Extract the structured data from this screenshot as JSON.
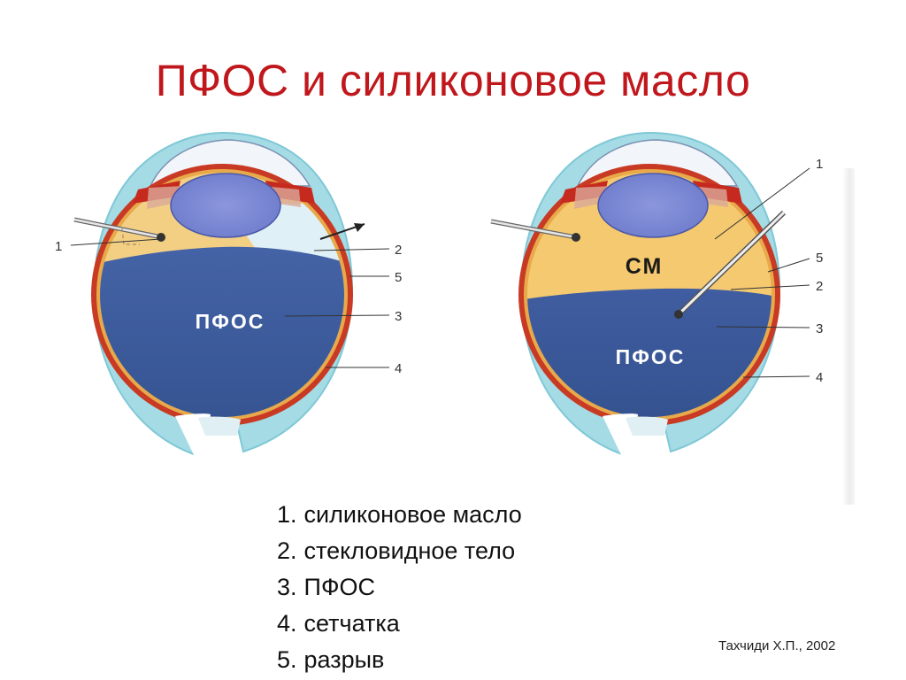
{
  "title": "ПФОС и силиконовое масло",
  "left_eye": {
    "label_pfos": "ПФОС",
    "pointers": [
      "1",
      "2",
      "5",
      "3",
      "4"
    ]
  },
  "right_eye": {
    "label_cm": "СМ",
    "label_pfos": "ПФОС",
    "pointers": [
      "1",
      "5",
      "2",
      "3",
      "4"
    ]
  },
  "legend": [
    {
      "num": "1.",
      "text": "силиконовое масло"
    },
    {
      "num": "2.",
      "text": "стекловидное тело"
    },
    {
      "num": "3.",
      "text": "ПФОС"
    },
    {
      "num": "4.",
      "text": "сетчатка"
    },
    {
      "num": "5.",
      "text": "разрыв"
    }
  ],
  "credit": "Тахчиди Х.П., 2002",
  "colors": {
    "title": "#c0171c",
    "sclera": "#9fd8e3",
    "choroid": "#c62a1e",
    "retina": "#e6a33a",
    "pfos": "#3a5a9c",
    "silicone_oil": "#f5c76c",
    "vitreous": "#dff1f6",
    "lens": "#7c89d6"
  }
}
